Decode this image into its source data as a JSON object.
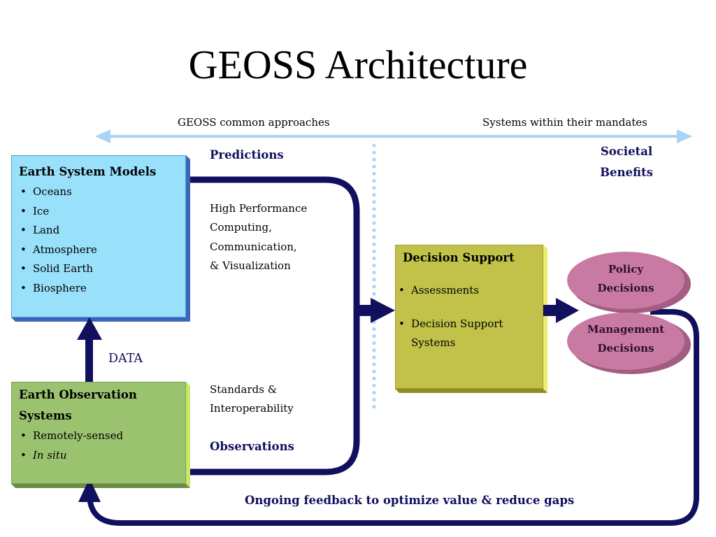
{
  "title": "GEOSS Architecture",
  "top_arrow": {
    "left_label": "GEOSS common approaches",
    "right_label": "Systems within their mandates"
  },
  "societal_benefits": [
    "Societal",
    "Benefits"
  ],
  "earth_system_models": {
    "title": "Earth System Models",
    "items": [
      "Oceans",
      "Ice",
      "Land",
      "Atmosphere",
      "Solid Earth",
      "Biosphere"
    ]
  },
  "earth_observation": {
    "title_lines": [
      "Earth Observation",
      "Systems"
    ],
    "items": [
      "Remotely-sensed",
      "In situ"
    ]
  },
  "data_label": "DATA",
  "predictions_label": "Predictions",
  "observations_label": "Observations",
  "hpc_lines": [
    "High Performance",
    "Computing,",
    "Communication,",
    "& Visualization"
  ],
  "standards_lines": [
    "Standards &",
    "Interoperability"
  ],
  "decision_support": {
    "title": "Decision Support",
    "items": [
      "Assessments",
      "Decision Support",
      "Systems"
    ]
  },
  "policy": [
    "Policy",
    "Decisions"
  ],
  "management": [
    "Management",
    "Decisions"
  ],
  "feedback_label": "Ongoing feedback to optimize value & reduce gaps",
  "colors": {
    "navy": "#10105e",
    "light_blue_arrow": "#a9d4f5",
    "models_box": "#99e0fb",
    "observation_box": "#9bc36f",
    "decision_box": "#c2c24a",
    "decision_ellipse": "#c97aa3"
  }
}
